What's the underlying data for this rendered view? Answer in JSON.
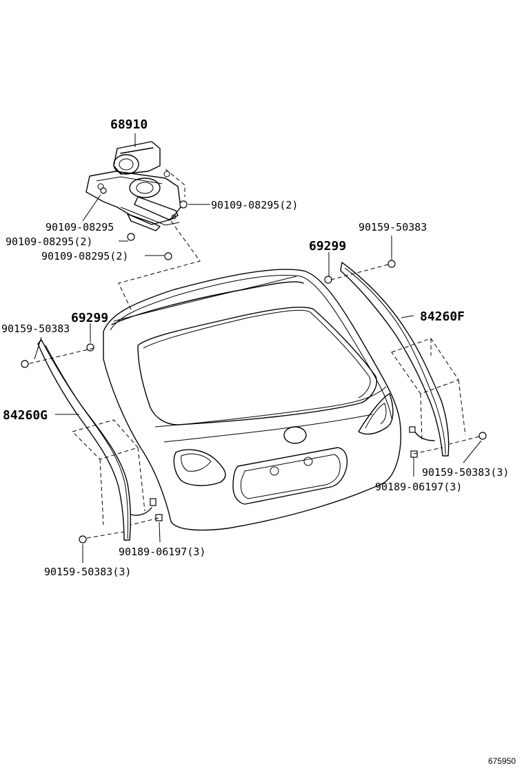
{
  "labels": {
    "p68910": "68910",
    "p90109_right": "90109-08295(2)",
    "p90109_a": "90109-08295",
    "p90109_b": "90109-08295(2)",
    "p90109_c": "90109-08295(2)",
    "p90159_top": "90159-50383",
    "p69299_right": "69299",
    "p84260F": "84260F",
    "p69299_left": "69299",
    "p90159_left": "90159-50383",
    "p84260G": "84260G",
    "p90159_right3": "90159-50383(3)",
    "p90189_right": "90189-06197(3)",
    "p90189_left": "90189-06197(3)",
    "p90159_left3": "90159-50383(3)",
    "diagram_id": "675950"
  }
}
